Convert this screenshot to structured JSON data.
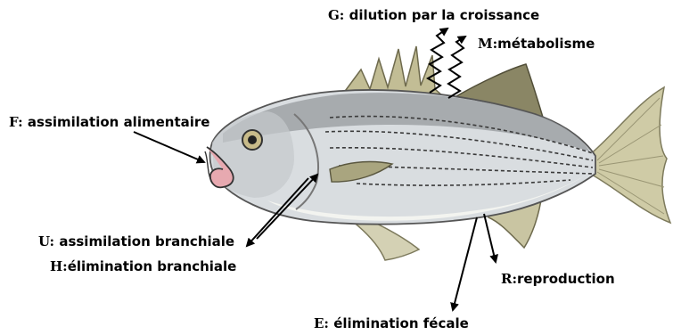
{
  "labels": {
    "G": {
      "key": "G:",
      "text": "dilution par la croissance"
    },
    "M": {
      "key": "M:",
      "text": "métabolisme"
    },
    "F": {
      "key": "F:",
      "text": "assimilation alimentaire"
    },
    "U": {
      "key": "U:",
      "text": "assimilation branchiale"
    },
    "H": {
      "key": "H:",
      "text": "élimination branchiale"
    },
    "R": {
      "key": "R:",
      "text": "reproduction"
    },
    "E": {
      "key": "E:",
      "text": "élimination fécale"
    }
  },
  "colors": {
    "body": "#d9dde0",
    "back": "#8f9498",
    "belly": "#f1f2ee",
    "fin": "#c9c5a2",
    "stripe": "#3a3a3a",
    "mouth": "#e7a9b0"
  }
}
